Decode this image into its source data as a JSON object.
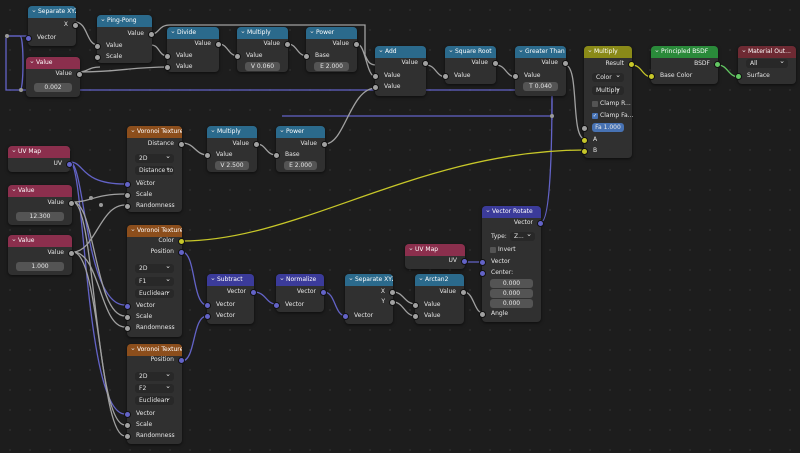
{
  "nodes": {
    "separate_xyz_1": {
      "title": "Separate XYZ",
      "out": [
        "X"
      ],
      "in": [
        "Vector"
      ]
    },
    "ping_pong": {
      "title": "Ping-Pong",
      "out": [
        "Value"
      ],
      "in": [
        "Value",
        "Scale"
      ]
    },
    "value_1": {
      "title": "Value",
      "out": [
        "Value"
      ],
      "field": "0.002"
    },
    "divide": {
      "title": "Divide",
      "out": [
        "Value"
      ],
      "in": [
        "Value",
        "Value"
      ]
    },
    "multiply_1": {
      "title": "Multiply",
      "out": [
        "Value"
      ],
      "in": [
        "Value"
      ],
      "field": "V  0.060"
    },
    "power_1": {
      "title": "Power",
      "out": [
        "Value"
      ],
      "in": [
        "Base"
      ],
      "field": "E  2.000"
    },
    "add": {
      "title": "Add",
      "out": [
        "Value"
      ],
      "in": [
        "Value",
        "Value"
      ]
    },
    "square_root": {
      "title": "Square Root",
      "out": [
        "Value"
      ],
      "in": [
        "Value"
      ]
    },
    "greater_than": {
      "title": "Greater Than",
      "out": [
        "Value"
      ],
      "in": [
        "Value"
      ],
      "field": "T  0.040"
    },
    "multiply_mix": {
      "title": "Multiply",
      "out": [
        "Result"
      ],
      "drop1": "Color",
      "drop2": "Multiply",
      "chk1": "Clamp R...",
      "chk2": "Clamp Fa...",
      "field": "Fa  1.000",
      "in": [
        "A",
        "B"
      ]
    },
    "principled": {
      "title": "Principled BSDF",
      "out": [
        "BSDF"
      ],
      "in": [
        "Base Color"
      ]
    },
    "material_out": {
      "title": "Material Out...",
      "drop": "All",
      "in": [
        "Surface"
      ]
    },
    "uv_map_1": {
      "title": "UV Map",
      "out": [
        "UV"
      ]
    },
    "value_2": {
      "title": "Value",
      "out": [
        "Value"
      ],
      "field": "12.300"
    },
    "value_3": {
      "title": "Value",
      "out": [
        "Value"
      ],
      "field": "1.000"
    },
    "voronoi_1": {
      "title": "Voronoi Texture",
      "out": [
        "Distance"
      ],
      "drop1": "2D",
      "drop2": "Distance to ...",
      "in": [
        "Vector",
        "Scale",
        "Randomness"
      ]
    },
    "multiply_2": {
      "title": "Multiply",
      "out": [
        "Value"
      ],
      "in": [
        "Value"
      ],
      "field": "V  2.500"
    },
    "power_2": {
      "title": "Power",
      "out": [
        "Value"
      ],
      "in": [
        "Base"
      ],
      "field": "E  2.000"
    },
    "voronoi_2": {
      "title": "Voronoi Texture",
      "out": [
        "Color",
        "Position"
      ],
      "drop1": "2D",
      "drop2": "F1",
      "drop3": "Euclidean",
      "in": [
        "Vector",
        "Scale",
        "Randomness"
      ]
    },
    "voronoi_3": {
      "title": "Voronoi Texture",
      "out": [
        "Position"
      ],
      "drop1": "2D",
      "drop2": "F2",
      "drop3": "Euclidean",
      "in": [
        "Vector",
        "Scale",
        "Randomness"
      ]
    },
    "subtract": {
      "title": "Subtract",
      "out": [
        "Vector"
      ],
      "in": [
        "Vector",
        "Vector"
      ]
    },
    "normalize": {
      "title": "Normalize",
      "out": [
        "Vector"
      ],
      "in": [
        "Vector"
      ]
    },
    "separate_xyz_2": {
      "title": "Separate XYZ",
      "out": [
        "X",
        "Y"
      ],
      "in": [
        "Vector"
      ]
    },
    "arctan2": {
      "title": "Arctan2",
      "out": [
        "Value"
      ],
      "in": [
        "Value",
        "Value"
      ]
    },
    "uv_map_2": {
      "title": "UV Map",
      "out": [
        "UV"
      ]
    },
    "vector_rotate": {
      "title": "Vector Rotate",
      "out": [
        "Vector"
      ],
      "type_label": "Type:",
      "type_value": "Z...",
      "chk": "Invert",
      "in": [
        "Vector",
        "Center:",
        "Angle"
      ],
      "center": [
        "0.000",
        "0.000",
        "0.000"
      ]
    }
  },
  "colors": {
    "vector_socket": "#6363c7",
    "color_socket": "#c7c729",
    "float_socket": "#a1a1a1",
    "shader_socket": "#63c763"
  }
}
